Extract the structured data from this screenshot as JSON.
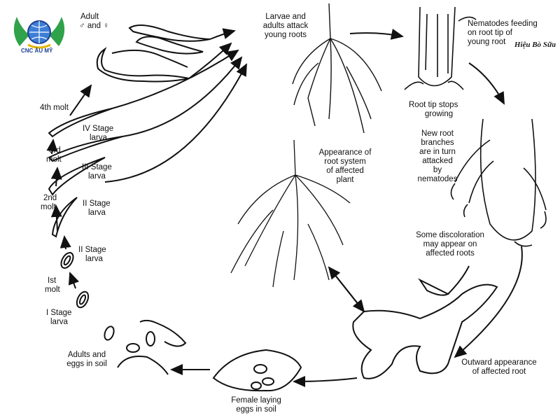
{
  "logo": {
    "text": "CNC ÂU MỸ"
  },
  "watermark": {
    "text": "Hiệu Bò Sữa"
  },
  "labels": {
    "adult": "Adult",
    "adult_sex": "♂ and ♀",
    "larvae_attack": "Larvae and",
    "larvae_attack_2": "adults attack",
    "larvae_attack_3": "young roots",
    "nematode_1": "Nematodes feeding",
    "nematode_2": "on root tip of",
    "nematode_3": "young root",
    "root_tip_1": "Root tip stops",
    "root_tip_2": "growing",
    "new_root_1": "New root",
    "new_root_2": "branches",
    "new_root_3": "are in turn",
    "new_root_4": "attacked",
    "new_root_5": "by",
    "new_root_6": "nematodes",
    "discolor_1": "Some discoloration",
    "discolor_2": "may appear on",
    "discolor_3": "affected roots",
    "appearance_1": "Appearance of",
    "appearance_2": "root system",
    "appearance_3": "of affected",
    "appearance_4": "plant",
    "outward_1": "Outward appearance",
    "outward_2": "of affected root",
    "female_1": "Female laying",
    "female_2": "eggs in soil",
    "adults_eggs_1": "Adults and",
    "adults_eggs_2": "eggs in soil",
    "stage1_1": "I Stage",
    "stage1_2": "larva",
    "molt1_1": "Ist",
    "molt1_2": "molt",
    "stage2a_1": "II Stage",
    "stage2a_2": "larva",
    "molt2_1": "2nd",
    "molt2_2": "molt",
    "stage2b_1": "II Stage",
    "stage2b_2": "larva",
    "stage3_1": "III Stage",
    "stage3_2": "larva",
    "molt3_1": "3rd",
    "molt3_2": "molt",
    "stage4_1": "IV Stage",
    "stage4_2": "larva",
    "molt4": "4th molt"
  }
}
